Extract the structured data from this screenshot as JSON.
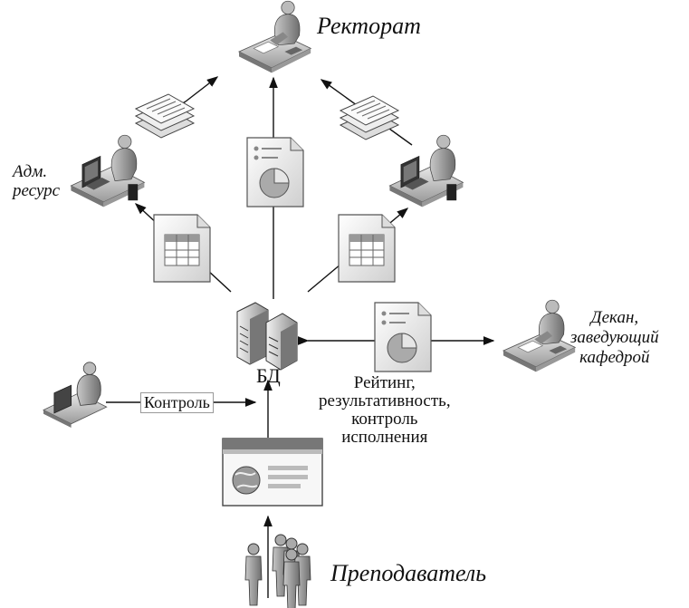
{
  "labels": {
    "rektorat": "Ректорат",
    "adm_line1": "Адм.",
    "adm_line2": "ресурс",
    "dekan_line1": "Декан,",
    "dekan_line2": "заведующий",
    "dekan_line3": "кафедрой",
    "bd": "БД",
    "rating_line1": "Рейтинг,",
    "rating_line2": "результативность,",
    "rating_line3": "контроль",
    "rating_line4": "исполнения",
    "kontrol": "Контроль",
    "prepodavatel": "Преподаватель"
  },
  "icons": {
    "rektorat_node": "person-at-desk-icon",
    "adm_node": "person-at-computer-icon",
    "right_user_node": "person-at-computer-icon",
    "dekan_node": "person-at-desk-icon",
    "controller_node": "person-at-laptop-icon",
    "database": "server-database-icon",
    "portal": "web-portal-icon",
    "teachers": "people-group-icon",
    "docs_stack": "document-stack-icon",
    "report": "report-chart-icon",
    "spreadsheet": "spreadsheet-icon"
  }
}
